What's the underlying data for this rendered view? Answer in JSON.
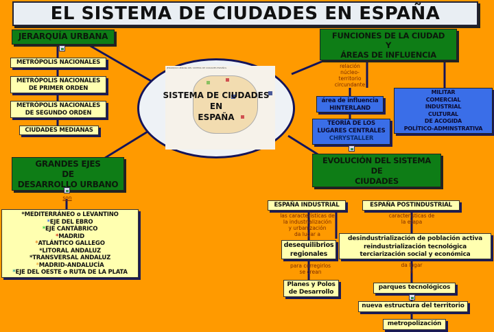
{
  "title": "EL SISTEMA DE CIUDADES EN ESPAÑA",
  "center": {
    "lines": [
      "SISTEMA DE CIUDADES",
      "EN",
      "ESPAÑA"
    ],
    "map_caption": "JERARQUÍA URBANA DEL SISTEMA DE CIUDADES ESPAÑOL"
  },
  "jerarquia": {
    "title": "JERARQUÍA URBANA",
    "items": [
      "METRÓPOLIS NACIONALES",
      "METRÓPOLIS NACIONALES\nDE PRIMER ORDEN",
      "METRÓPOLIS NACIONALES\nDE SEGUNDO ORDEN",
      "CIUDADES MEDIANAS"
    ]
  },
  "ejes": {
    "title": "GRANDES EJES\nDE\nDESARROLLO URBANO",
    "link": "son",
    "items": [
      {
        "star": "#111111",
        "text": "MEDITERRÁNEO o LEVANTINO"
      },
      {
        "star": "#3a6ee8",
        "text": "EJE DEL EBRO"
      },
      {
        "star": "#2ecc40",
        "text": "EJE CANTÁBRICO"
      },
      {
        "star": "#d0301a",
        "text": "MADRID"
      },
      {
        "star": "#e88a2a",
        "text": "ATLÁNTICO GALLEGO"
      },
      {
        "star": "#111111",
        "text": "LITORAL ANDALUZ"
      },
      {
        "star": "#111111",
        "text": "TRANSVERSAL ANDALUZ"
      },
      {
        "star": "#f0b040",
        "text": "MADRID-ANDALUCÍA"
      },
      {
        "star": "#2aa0a0",
        "text": "EJE DEL OESTE o RUTA DE LA PLATA"
      }
    ]
  },
  "funciones": {
    "title": "FUNCIONES DE LA CIUDAD\nY\nÁREAS DE INFLUENCIA",
    "link": "relación\nnúcleo-\nterritorio\ncircundante",
    "area": "área de influencia\nHINTERLAND",
    "teoria": "TEORÍA DE LOS\nLUGARES CENTRALES",
    "teoria_author": "CHRYSTALLER",
    "types": "MILITAR\nCOMERCIAL\nINDUSTRIAL\nCULTURAL\nDE ACOGIDA\nPOLÍTICO-ADMINSTRATIVA"
  },
  "evolucion": {
    "title": "EVOLUCIÓN DEL SISTEMA\nDE\nCIUDADES",
    "industrial": {
      "title": "ESPAÑA INDUSTRIAL",
      "link1": "las características de\nla industrialización\ny urbanización\nda lugar a",
      "node1": "desequilibrios\nregionales",
      "link2": "para corregirlos\nse crean",
      "node2": "Planes y Polos\nde Desarrollo"
    },
    "postindustrial": {
      "title": "ESPAÑA POSTINDUSTRIAL",
      "link1": "características de\nla etapa",
      "node1": "desindustrialización de población activa\nreindustrialización tecnológica\nterciarización social y económica",
      "link2": "da lugar\na",
      "node2": "parques tecnológicos",
      "node3": "nueva estructura del territorio",
      "node4": "metropolización"
    }
  }
}
